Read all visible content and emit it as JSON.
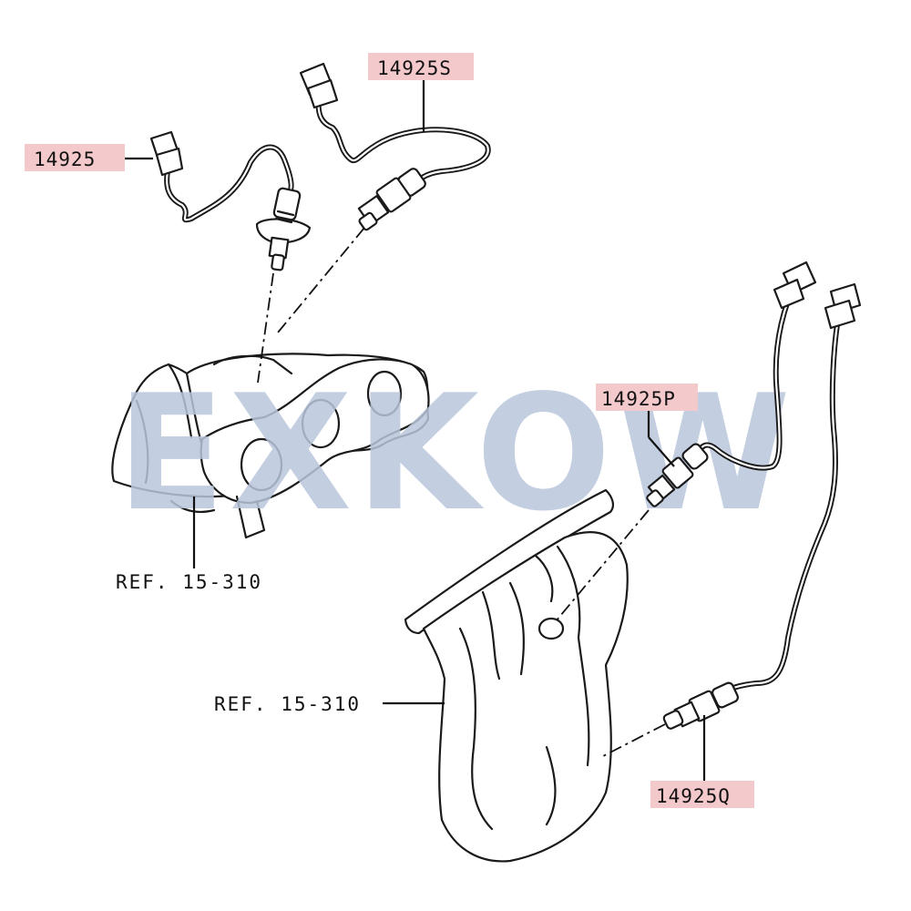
{
  "callouts": {
    "sensor_14925": "14925",
    "sensor_14925S": "14925S",
    "sensor_14925P": "14925P",
    "sensor_14925Q": "14925Q"
  },
  "references": {
    "upper_manifold_ref": "REF. 15-310",
    "lower_manifold_ref": "REF. 15-310"
  },
  "watermark": "EXKOW",
  "colors": {
    "callout_highlight": "#f4c9cc",
    "watermark": "#b9c6dc",
    "line": "#1a1a1a"
  }
}
